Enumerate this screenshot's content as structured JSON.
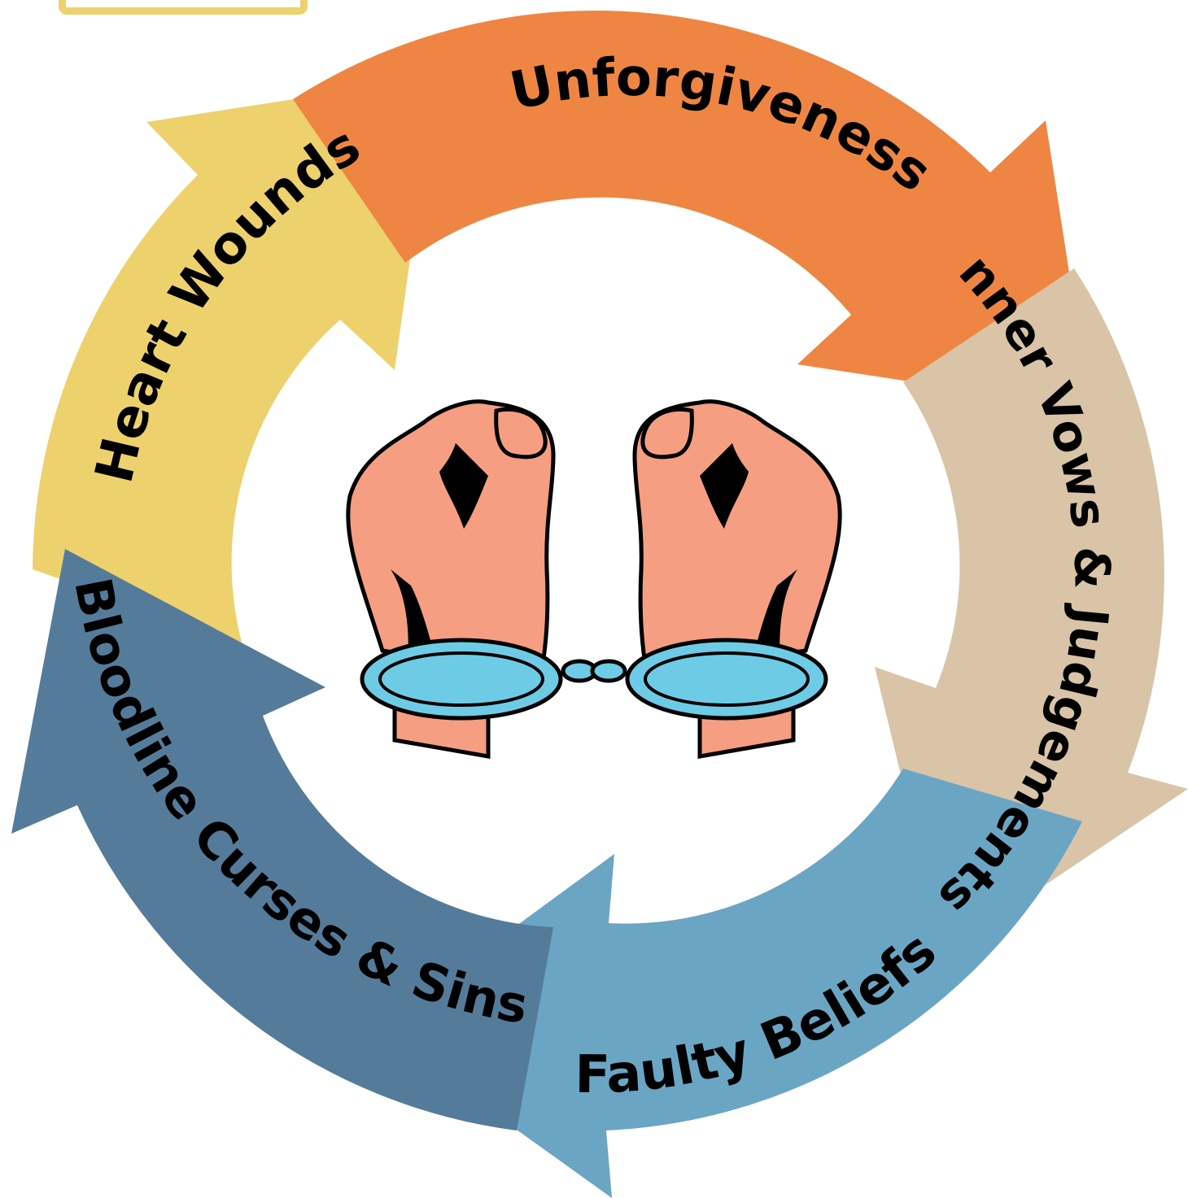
{
  "diagram": {
    "type": "cycle",
    "center_image": "handcuffed-hands-icon",
    "stages": [
      {
        "label": "Unforgiveness",
        "color": "#EF8542"
      },
      {
        "label": "Inner Vows & Judgements",
        "color": "#D9C4A8"
      },
      {
        "label": "Faulty Beliefs",
        "color": "#6BA5C4"
      },
      {
        "label": "Bloodline Curses & Sins",
        "color": "#557B9A"
      },
      {
        "label": "Heart Wounds",
        "color": "#EDD16D"
      }
    ]
  },
  "colors": {
    "background": "#FFFFFF",
    "skin": "#F59E82",
    "cuff": "#6ECBE5",
    "outline": "#000000",
    "corner_box": "#EDD16D"
  }
}
